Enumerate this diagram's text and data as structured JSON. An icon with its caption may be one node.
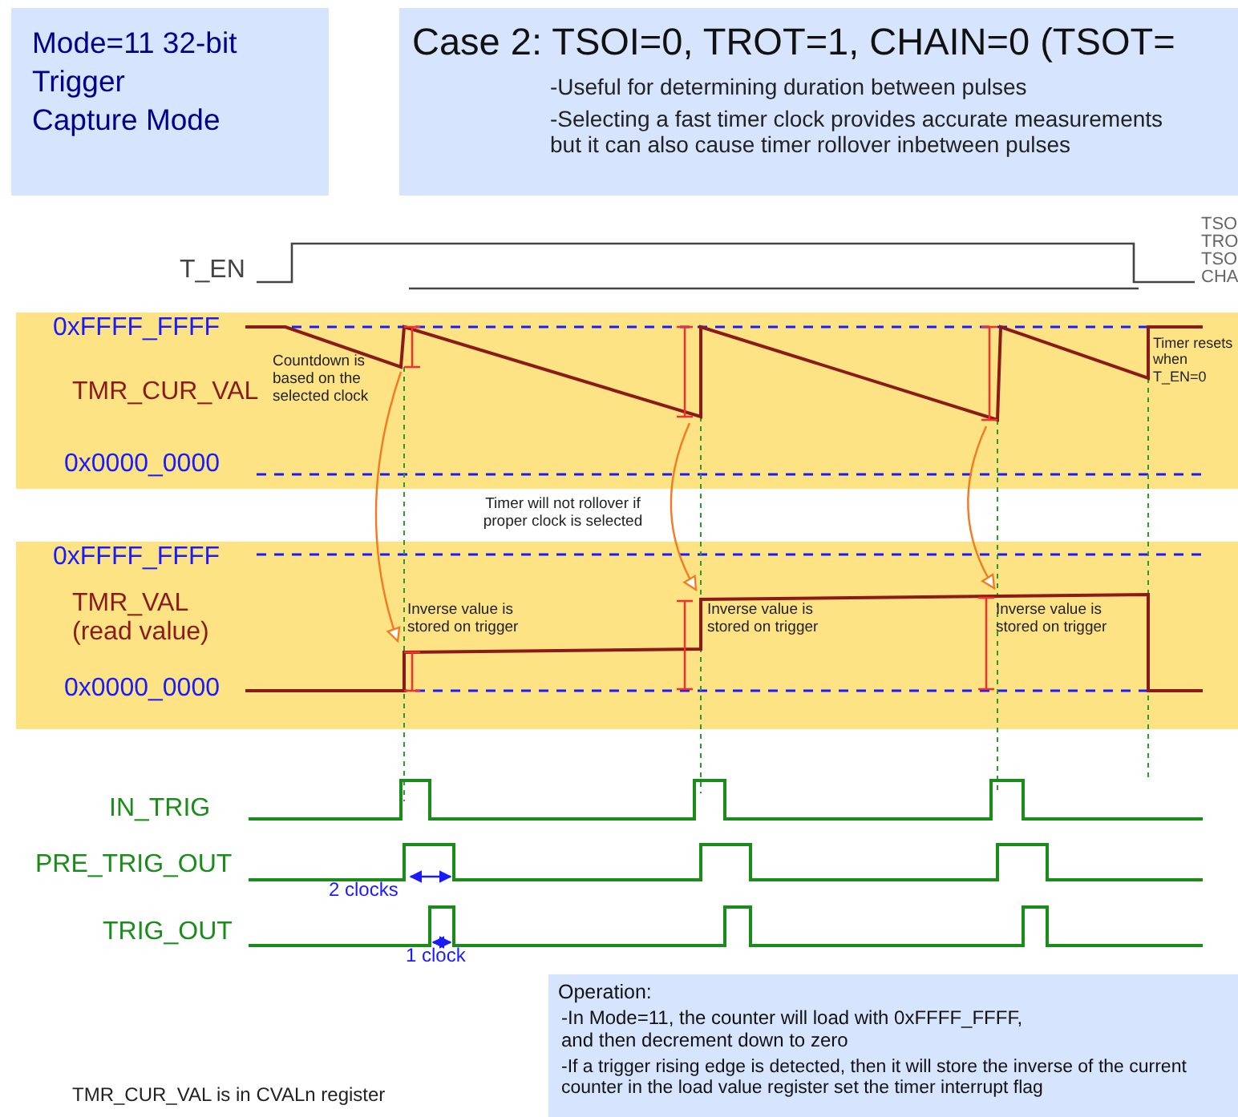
{
  "diagram": {
    "nodes": [
      {
        "text": [
          "Mode=11 32-bit Trigger Capture Mode"
        ]
      },
      {
        "text": [
          "Case 2: TSOI=0, TROT=1, CHAIN=0 (TSOT=",
          "-Useful for determining duration between pulses",
          "-Selecting a fast timer clock provides accurate measurements but it can also cause timer rollover inbetween pulses"
        ]
      },
      {
        "text": [
          "Operation:",
          "-In Mode=11, the counter will load with 0xFFFF_FFFF, and then decrement down to zero",
          "-If a trigger rising edge is detected, then it will store the inverse of the current counter in the load value register set the timer interrupt flag"
        ]
      }
    ],
    "labels": [
      "T_EN",
      "TSO",
      "TRO",
      "TSO",
      "CHA",
      "0xFFFF_FFFF",
      "TMR_CUR_VAL",
      "Countdown is based on the selected clock",
      "Timer resets when T_EN=0",
      "0x0000_0000",
      "Timer will not rollover if proper clock is selected",
      "0xFFFF_FFFF",
      "TMR_VAL (read value)",
      "Inverse value is stored on trigger",
      "Inverse value is stored on trigger",
      "Inverse value is stored on trigger",
      "0x0000_0000",
      "IN_TRIG",
      "PRE_TRIG_OUT",
      "2 clocks",
      "TRIG_OUT",
      "1 clock",
      "TMR_CUR_VAL is in CVALn register"
    ]
  }
}
